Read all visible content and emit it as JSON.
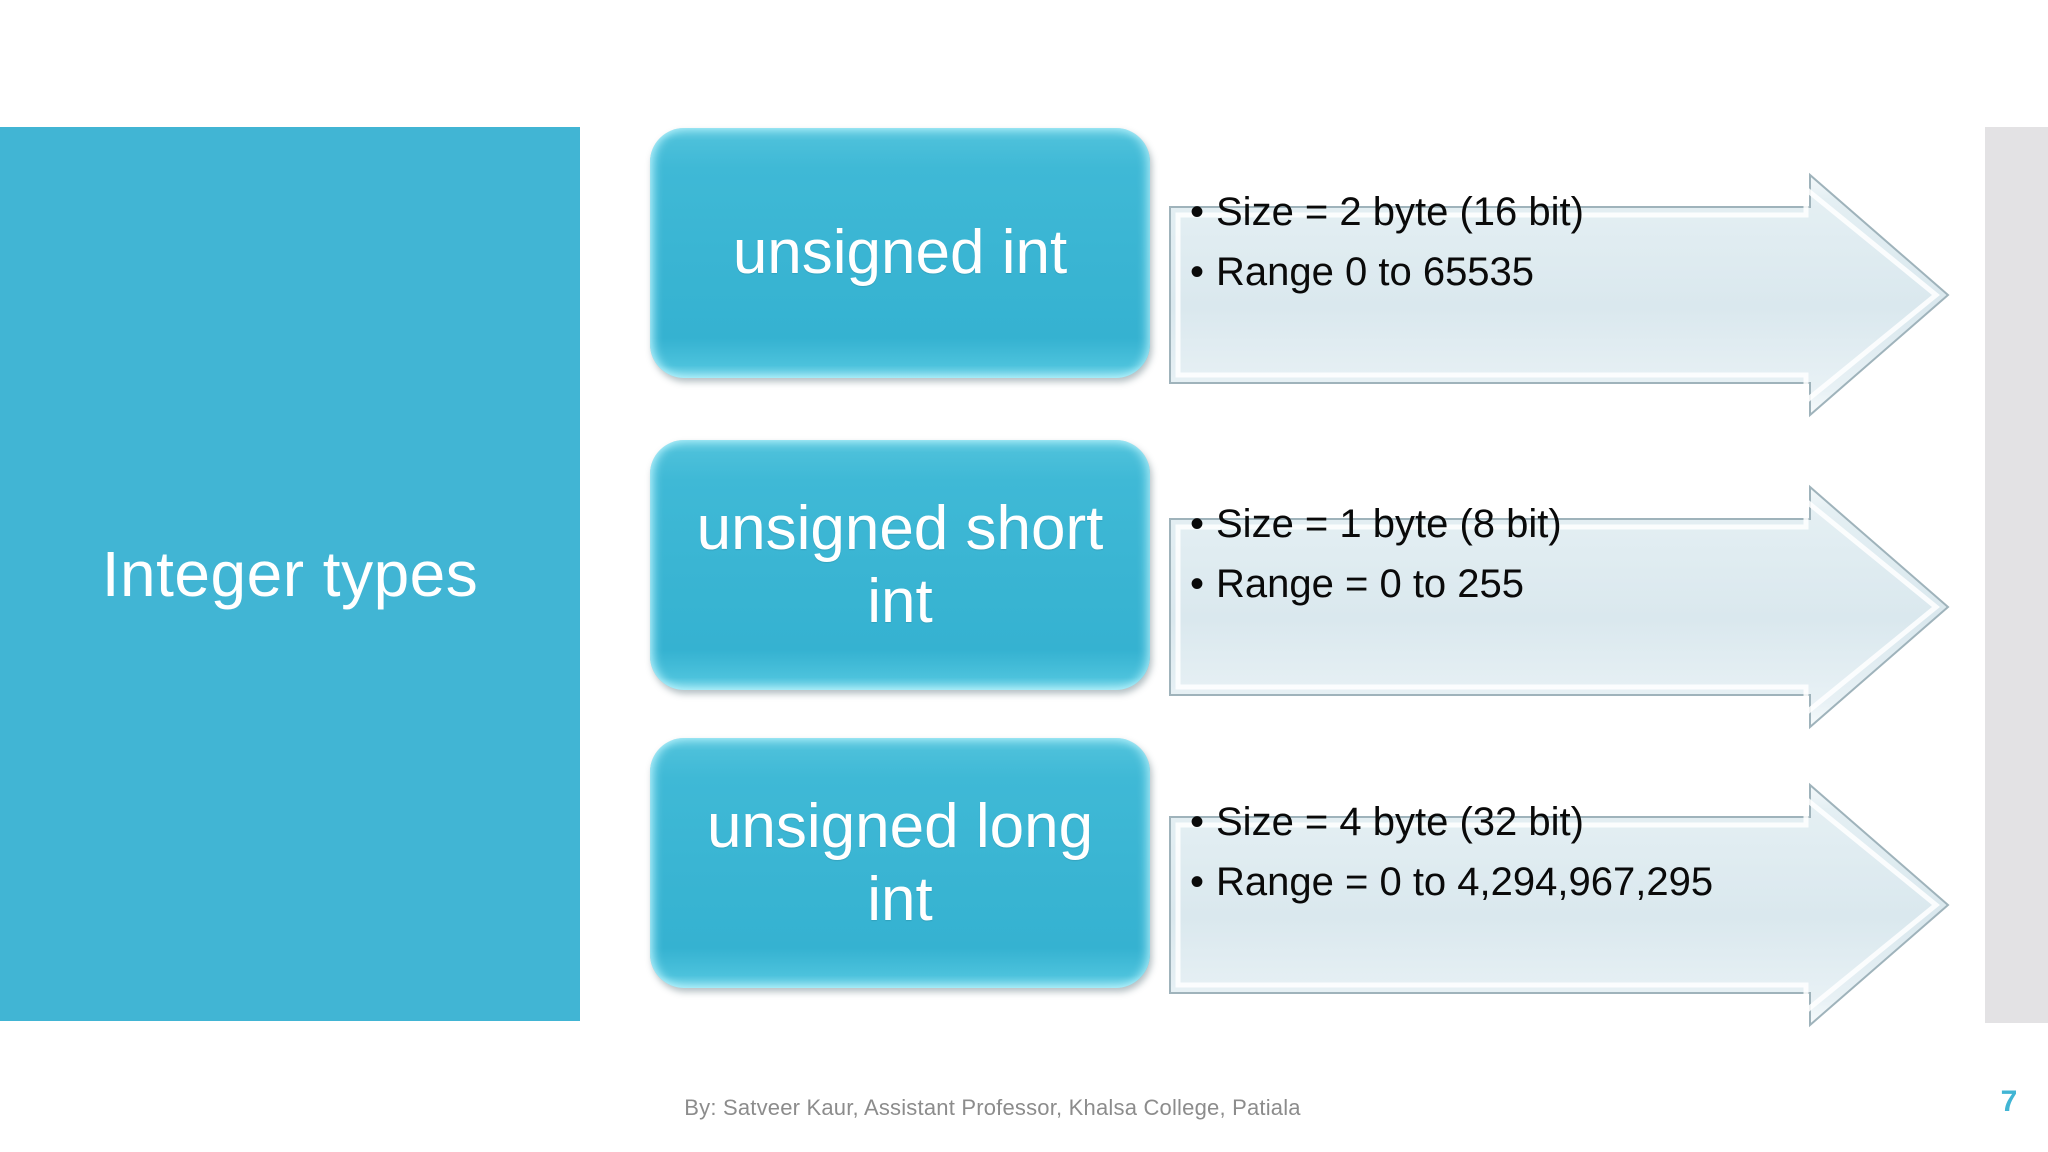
{
  "slide": {
    "title": "Integer types",
    "page_number": "7",
    "footer": "By: Satveer Kaur, Assistant Professor, Khalsa College, Patiala",
    "accent_color": "#41b5d4",
    "panel_color": "#41b5d4",
    "arrow_fill_color": "#dde9ee",
    "right_band_color": "#e3e2e4",
    "bullet_glyph": "•"
  },
  "rows": [
    {
      "type_label": "unsigned int",
      "bullets": [
        "Size = 2 byte (16 bit)",
        "Range 0 to 65535"
      ],
      "size_bytes": 2,
      "size_bits": 16,
      "range_min": 0,
      "range_max": 65535
    },
    {
      "type_label": "unsigned short int",
      "bullets": [
        "Size = 1 byte (8 bit)",
        "Range = 0 to 255"
      ],
      "size_bytes": 1,
      "size_bits": 8,
      "range_min": 0,
      "range_max": 255
    },
    {
      "type_label": "unsigned long int",
      "bullets": [
        "Size = 4 byte (32 bit)",
        "Range = 0 to 4,294,967,295"
      ],
      "size_bytes": 4,
      "size_bits": 32,
      "range_min": 0,
      "range_max": 4294967295
    }
  ]
}
